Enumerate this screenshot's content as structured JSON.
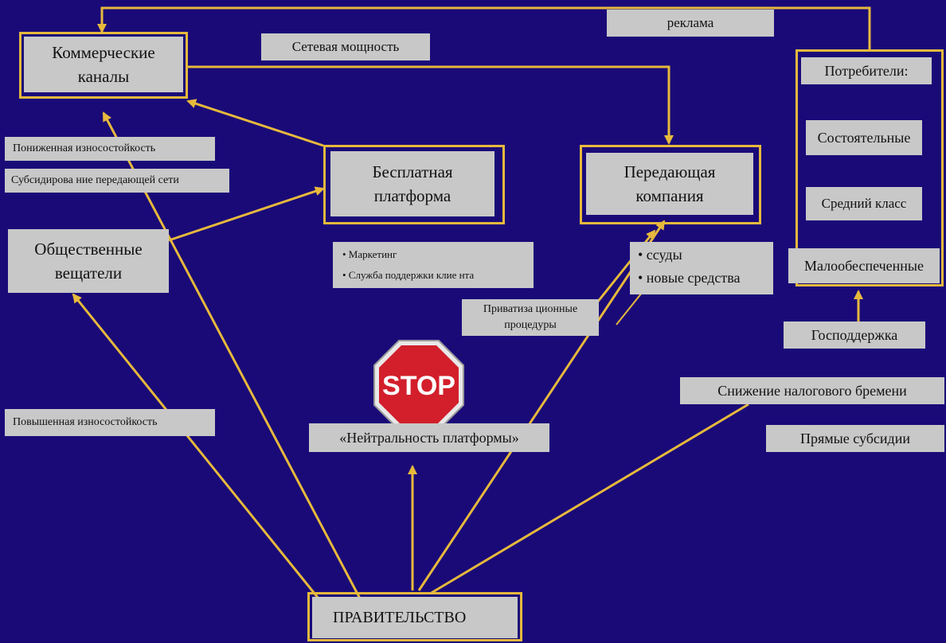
{
  "colors": {
    "background": "#1a0a78",
    "connector": "#e6b93c",
    "label_fill": "#c8c8c8",
    "stop_red": "#d21f2b"
  },
  "nodes": {
    "commercial_channels": "Коммерческие каналы",
    "free_platform": "Бесплатная платформа",
    "transmitting_company": "Передающая компания",
    "public_broadcasters": "Общественные вещатели",
    "government": "ПРАВИТЕЛЬСТВО",
    "consumers": {
      "title": "Потребители:",
      "items": [
        "Состоятельные",
        "Средний класс",
        "Малообеспеченные"
      ]
    }
  },
  "labels": {
    "advertising": "реклама",
    "network_capacity": "Сетевая мощность",
    "reduced_wear": "Пониженная  износостойкость",
    "network_subsidy": "Субсидирова ние передающей сети",
    "increased_wear": "Повышенная износостойкость",
    "platform_neutrality": "«Нейтральность платформы»",
    "privatization": "Приватиза ционные процедуры",
    "state_support": "Господдержка",
    "tax_relief": "Снижение налогового бремени",
    "direct_subsidies": "Прямые субсидии"
  },
  "platform_services": [
    "• Маркетинг",
    "• Служба поддержки клие нта"
  ],
  "company_funding": [
    "• ссуды",
    "• новые средства"
  ],
  "stop_sign": {
    "text": "STOP"
  }
}
